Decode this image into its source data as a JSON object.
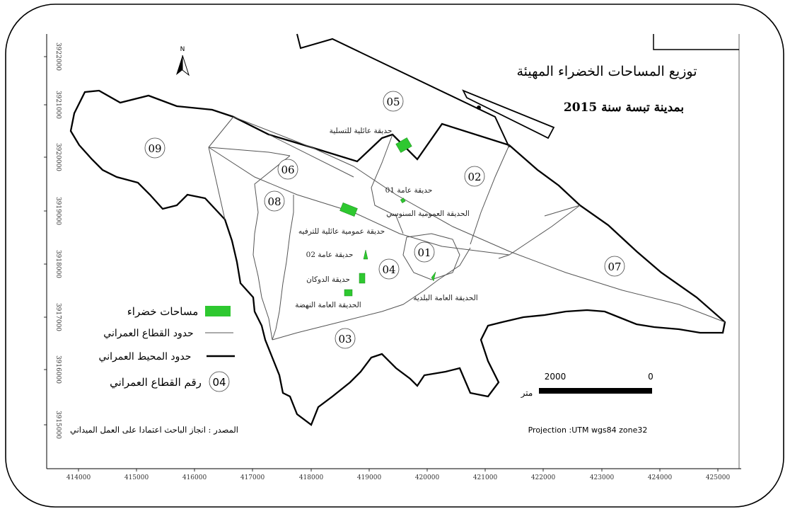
{
  "title": {
    "line1": "توزيع المساحات الخضراء المهيئة",
    "line2": "بمدينة تبسة سنة 2015"
  },
  "north_arrow": {
    "label": "N",
    "icon": "north-arrow-icon"
  },
  "sectors": [
    {
      "id": "01",
      "label": "01"
    },
    {
      "id": "02",
      "label": "02"
    },
    {
      "id": "03",
      "label": "03"
    },
    {
      "id": "04",
      "label": "04"
    },
    {
      "id": "05",
      "label": "05"
    },
    {
      "id": "06",
      "label": "06"
    },
    {
      "id": "07",
      "label": "07"
    },
    {
      "id": "08",
      "label": "08"
    },
    {
      "id": "09",
      "label": "09"
    }
  ],
  "parks": [
    {
      "id": "p1",
      "name": "حديقة عائلية للتسلية"
    },
    {
      "id": "p2",
      "name": "حديقة عامة 01"
    },
    {
      "id": "p3",
      "name": "الحديقة العمومية السنوسي"
    },
    {
      "id": "p4",
      "name": "حديقة عمومية عائلية للترفيه"
    },
    {
      "id": "p5",
      "name": "حديقة عامة 02"
    },
    {
      "id": "p6",
      "name": "حديقة الدوكان"
    },
    {
      "id": "p7",
      "name": "الحديقة العامة النهضة"
    },
    {
      "id": "p8",
      "name": "الحديقة العامة البلدية"
    }
  ],
  "legend": {
    "green_spaces": "مساحات خضراء",
    "sector_boundary": "حدود القطاع العمراني",
    "urban_perimeter": "حدود المحيط العمراني",
    "sector_number": "رقم القطاع العمراني",
    "sector_number_sample": "04"
  },
  "scale_bar": {
    "left_label": "2000",
    "right_label": "0",
    "unit": "متر"
  },
  "source": "المصدر : انجاز الباحث اعتمادا على العمل الميداني",
  "projection": "Projection :UTM wgs84 zone32",
  "x_ticks": [
    "414000",
    "415000",
    "416000",
    "417000",
    "418000",
    "419000",
    "420000",
    "421000",
    "422000",
    "423000",
    "424000",
    "425000"
  ],
  "y_ticks": [
    "3922000",
    "3921000",
    "3920000",
    "3919000",
    "3918000",
    "3917000",
    "3916000",
    "3915000"
  ],
  "colors": {
    "green": "#2ec830",
    "line": "#000000",
    "thin_line": "#555555"
  }
}
